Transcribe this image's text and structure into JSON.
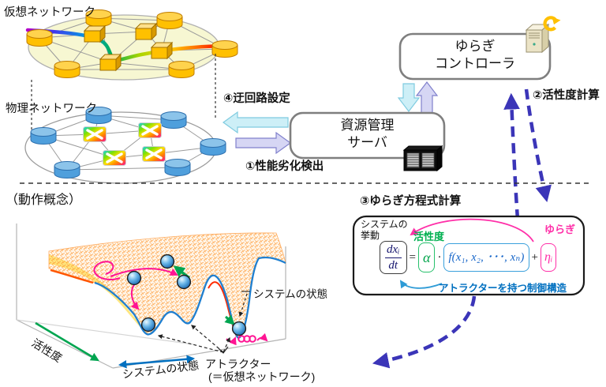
{
  "top": {
    "virtual_network_label": "仮想ネットワーク",
    "physical_network_label": "物理ネットワーク",
    "controller_box": {
      "line1": "ゆらぎ",
      "line2": "コントローラ"
    },
    "server_box": {
      "line1": "資源管理",
      "line2": "サーバ"
    },
    "step1_label": "①性能劣化検出",
    "step2_label": "②活性度計算",
    "step4_label": "④迂回路設定"
  },
  "bottom": {
    "concept_label": "（動作概念）",
    "step3_label": "③ゆらぎ方程式計算",
    "plot": {
      "axis_activity": "活性度",
      "axis_state": "システムの状態",
      "state_label": "システムの状態",
      "attractor_label": "アトラクター",
      "attractor_sub_label": "(＝仮想ネットワーク)"
    },
    "equation": {
      "behavior_label_line1": "システムの",
      "behavior_label_line2": "挙動",
      "activity_label": "活性度",
      "fluctuation_label": "ゆらぎ",
      "numerator": "dxᵢ",
      "denominator": "dt",
      "equals": "=",
      "alpha": "α",
      "dot": "·",
      "f_term": "f(x₁, x₂, ･･･, xₙ)",
      "plus": "+",
      "eta": "ηᵢ",
      "structure_label": "アトラクターを持つ制御構造"
    }
  },
  "colors": {
    "accent_navy_dashed": "#3b35b8",
    "activity_green": "#00b050",
    "fluctuation_pink": "#ff2fa8",
    "structure_blue": "#0070c0",
    "surface_orange": "#ff8c1a",
    "virtual_node_yellow": "#ffc000",
    "physical_node_blue": "#4f9fdc"
  }
}
